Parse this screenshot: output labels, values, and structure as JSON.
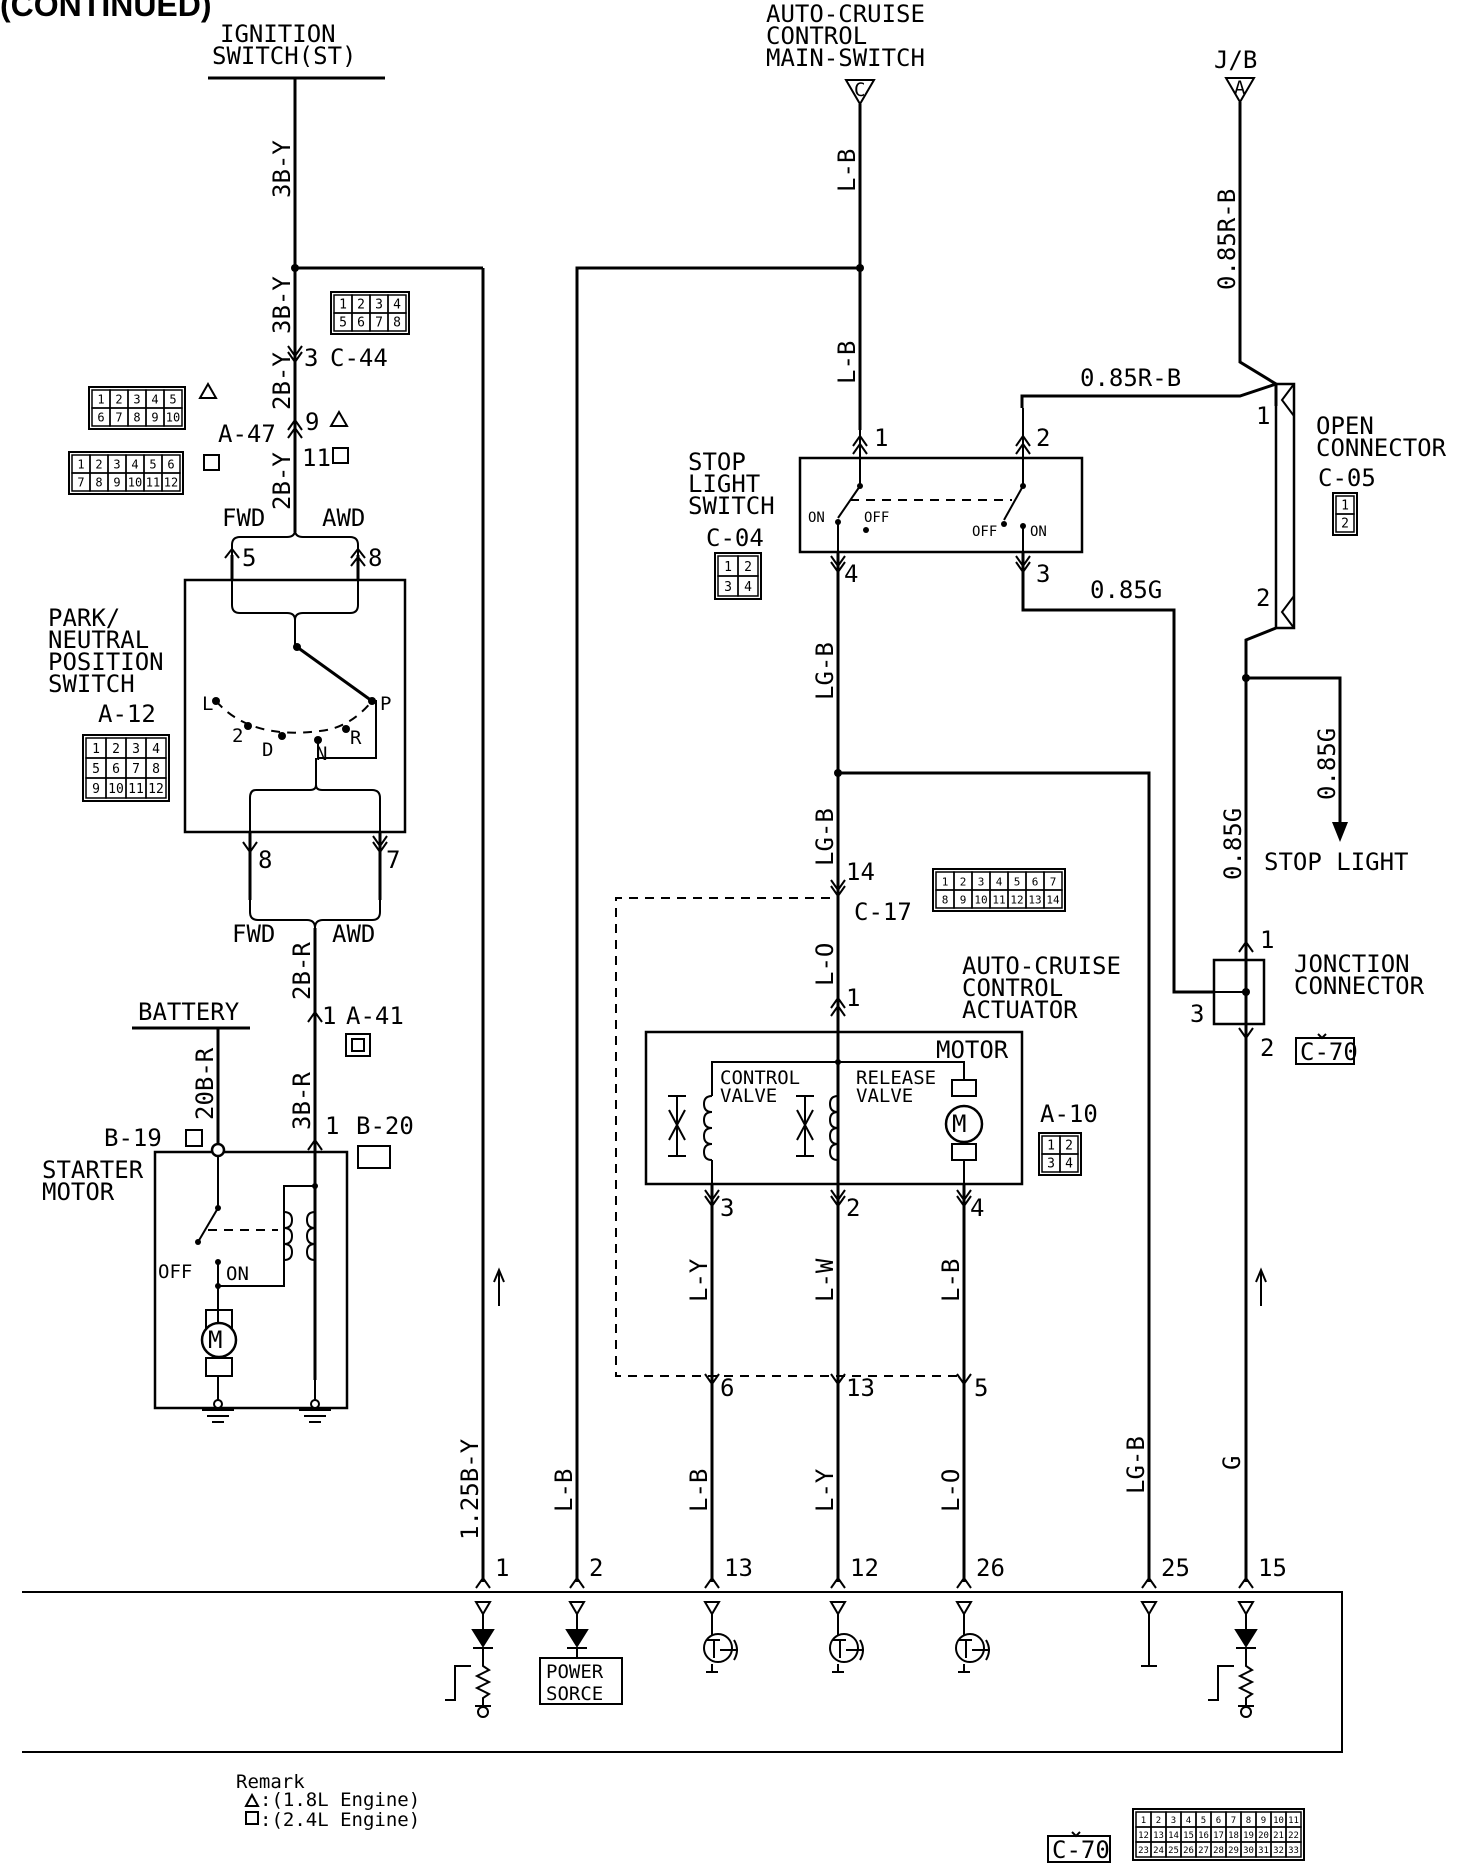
{
  "page": {
    "title": "(CONTINUED)"
  },
  "power": {
    "ignition_switch": [
      "IGNITION",
      "SWITCH(ST)"
    ],
    "auto_cruise_main_switch": [
      "AUTO-CRUISE",
      "CONTROL",
      "MAIN-SWITCH"
    ],
    "main_switch_terminal": "C",
    "jb": "J/B",
    "jb_terminal": "A",
    "battery": "BATTERY"
  },
  "components": {
    "c44": {
      "id": "C-44",
      "pin": "3",
      "pins": [
        "1",
        "2",
        "3",
        "4",
        "5",
        "6",
        "7",
        "8"
      ]
    },
    "a47": {
      "id": "A-47",
      "pin_tri": "9",
      "pin_sq": "11",
      "pins_tri": [
        "1",
        "2",
        "3",
        "4",
        "5",
        "6",
        "7",
        "8",
        "9",
        "10"
      ],
      "pins_sq": [
        "1",
        "2",
        "3",
        "4",
        "5",
        "6",
        "7",
        "8",
        "9",
        "10",
        "11",
        "12"
      ]
    },
    "park_neutral": {
      "name": [
        "PARK/",
        "NEUTRAL",
        "POSITION",
        "SWITCH"
      ],
      "id": "A-12",
      "fwd": "FWD",
      "awd": "AWD",
      "pin_top_fwd": "5",
      "pin_top_awd": "8",
      "pin_bot_fwd": "8",
      "pin_bot_awd": "7",
      "positions": [
        "L",
        "2",
        "D",
        "N",
        "R",
        "P"
      ],
      "pins": [
        "1",
        "2",
        "3",
        "4",
        "5",
        "6",
        "7",
        "8",
        "9",
        "10",
        "11",
        "12"
      ]
    },
    "a41": {
      "id": "A-41",
      "pin": "1"
    },
    "b19": {
      "id": "B-19"
    },
    "b20": {
      "id": "B-20",
      "pin": "1"
    },
    "starter": {
      "name": [
        "STARTER",
        "MOTOR"
      ],
      "off": "OFF",
      "on": "ON"
    },
    "stop_light_switch": {
      "name": [
        "STOP",
        "LIGHT",
        "SWITCH"
      ],
      "id": "C-04",
      "pin1": "1",
      "pin2": "2",
      "pin3": "3",
      "pin4": "4",
      "on": "ON",
      "off": "OFF",
      "pins": [
        "1",
        "2",
        "3",
        "4"
      ]
    },
    "open_connector": {
      "name": [
        "OPEN",
        "CONNECTOR"
      ],
      "id": "C-05",
      "pin1": "1",
      "pin2": "2",
      "pins": [
        "1",
        "2"
      ]
    },
    "c17": {
      "id": "C-17",
      "pin": "14",
      "pins": [
        "1",
        "2",
        "3",
        "4",
        "5",
        "6",
        "7",
        "8",
        "9",
        "10",
        "11",
        "12",
        "13",
        "14"
      ]
    },
    "actuator": {
      "name": [
        "AUTO-CRUISE",
        "CONTROL",
        "ACTUATOR"
      ],
      "id": "A-10",
      "motor": "MOTOR",
      "control_valve": [
        "CONTROL",
        "VALVE"
      ],
      "release_valve": [
        "RELEASE",
        "VALVE"
      ],
      "pin1": "1",
      "pin2": "2",
      "pin3": "3",
      "pin4": "4",
      "pins": [
        "1",
        "2",
        "3",
        "4"
      ]
    },
    "junction": {
      "name": [
        "JONCTION",
        "CONNECTOR"
      ],
      "id": "C-70",
      "pin1": "1",
      "pin2": "2",
      "pin3": "3"
    },
    "stop_light": "STOP LIGHT"
  },
  "wires": {
    "ign": "3B-Y",
    "ign2": "3B-Y",
    "c44_a47": "2B-Y",
    "a47_out": "2B-Y",
    "pn_out": "2B-R",
    "a41_b20": "3B-R",
    "battery": "20B-R",
    "main_sw": "L-B",
    "main_sw2": "L-B",
    "jb": "0.85R-B",
    "r_b_branch": "0.85R-B",
    "stop_g": "0.85G",
    "lg_b1": "LG-B",
    "lg_b2": "LG-B",
    "l_o": "L-O",
    "stop_light_g": "0.85G",
    "g_junction": "0.85G",
    "act3": "L-Y",
    "act2": "L-W",
    "act4": "L-B",
    "ecu1": "1.25B-Y",
    "ecu2": "L-B",
    "ecu13": "L-B",
    "ecu12": "L-Y",
    "ecu26": "L-O",
    "ecu25": "LG-B",
    "ecu15": "G"
  },
  "mid_pins": [
    "6",
    "13",
    "5"
  ],
  "ecu": {
    "pins": [
      "1",
      "2",
      "13",
      "12",
      "26",
      "25",
      "15"
    ],
    "power_source": [
      "POWER",
      "SORCE"
    ]
  },
  "remark": {
    "title": "Remark",
    "tri": ":(1.8L Engine)",
    "sq": ":(2.4L Engine)"
  },
  "footer": {
    "connector_id": "C-70",
    "pins_row1": [
      "1",
      "2",
      "3",
      "4",
      "5",
      "6",
      "7",
      "8",
      "9",
      "10",
      "11"
    ],
    "pins_row2": [
      "12",
      "13",
      "14",
      "15",
      "16",
      "17",
      "18",
      "19",
      "20",
      "21",
      "22"
    ],
    "pins_row3": [
      "23",
      "24",
      "25",
      "26",
      "27",
      "28",
      "29",
      "30",
      "31",
      "32",
      "33"
    ]
  }
}
